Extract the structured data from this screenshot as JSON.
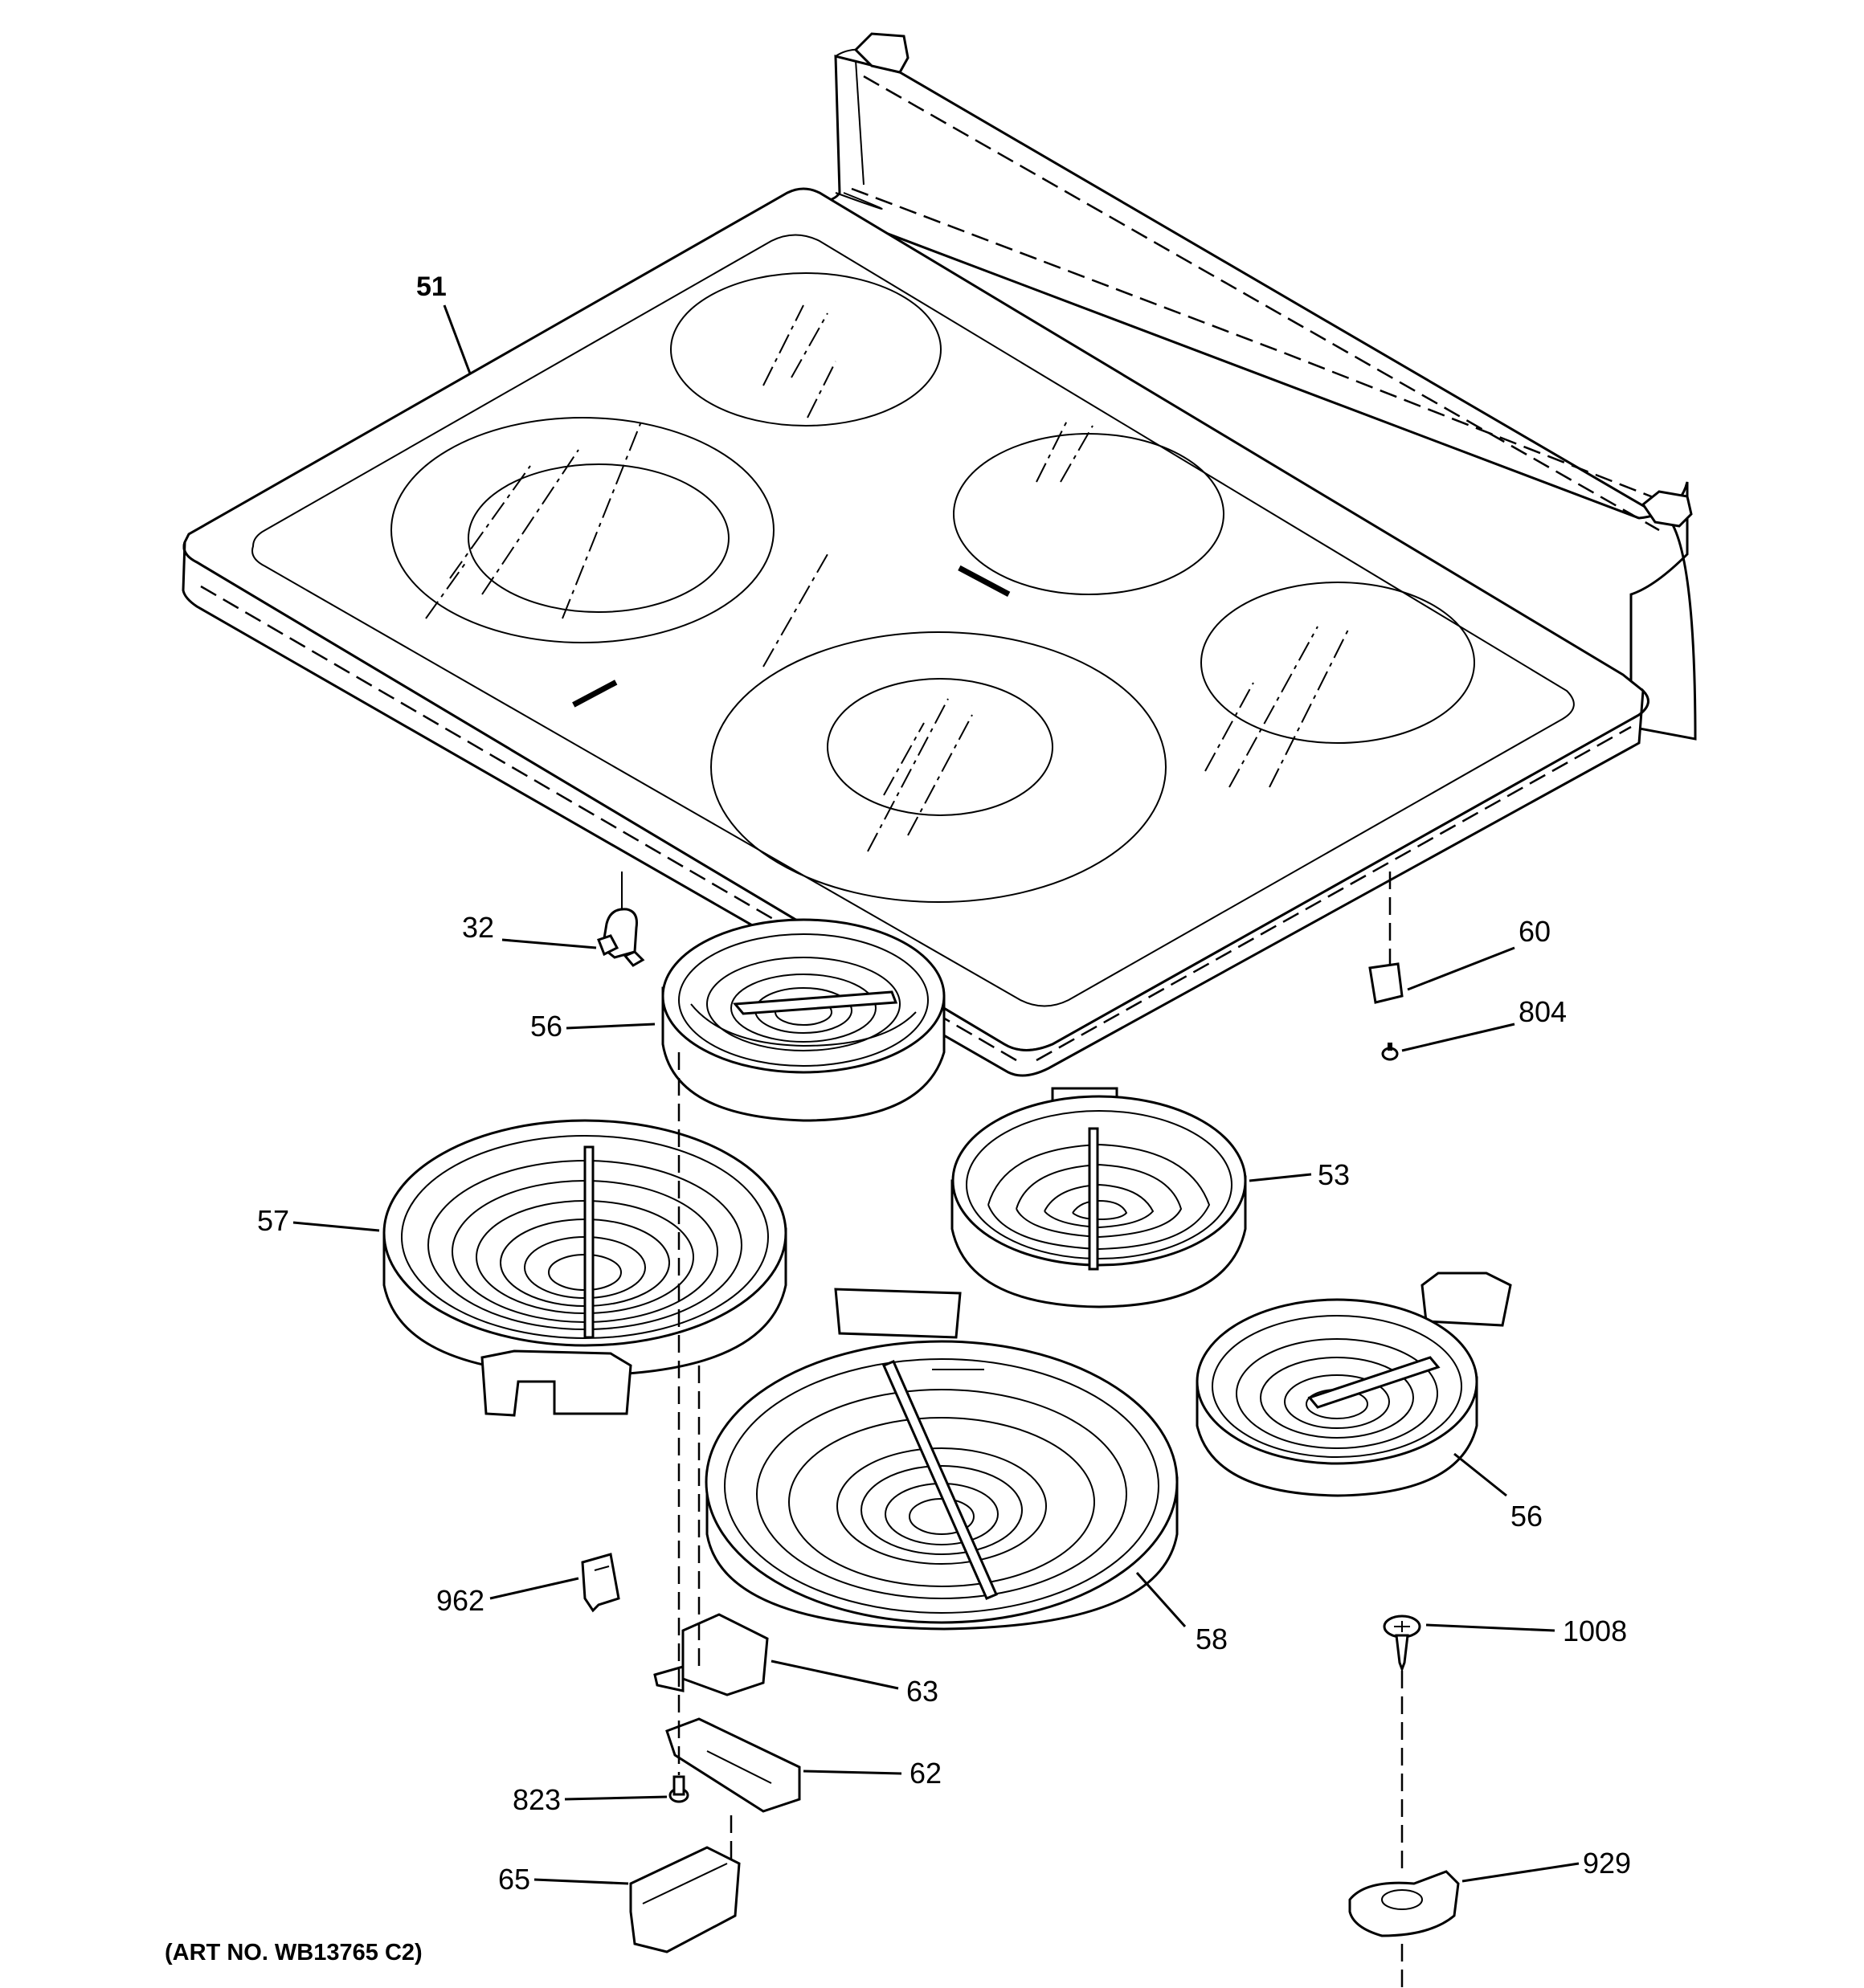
{
  "diagram": {
    "art_number": "(ART NO. WB13765 C2)",
    "callouts": {
      "c51": "51",
      "c32": "32",
      "c56a": "56",
      "c60": "60",
      "c804": "804",
      "c57": "57",
      "c53": "53",
      "c56b": "56",
      "c962": "962",
      "c58": "58",
      "c1008": "1008",
      "c63": "63",
      "c62": "62",
      "c823": "823",
      "c65": "65",
      "c929": "929"
    }
  }
}
